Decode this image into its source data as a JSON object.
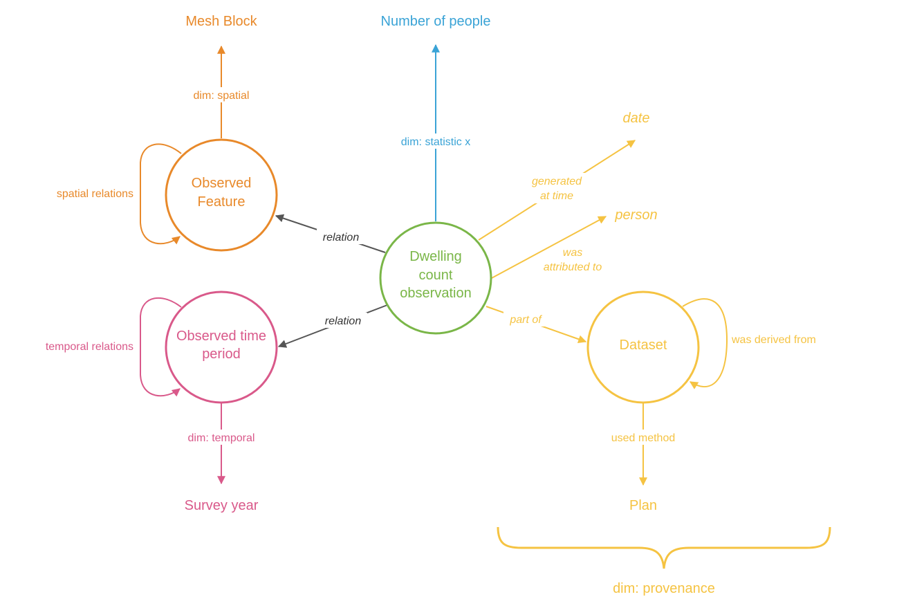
{
  "colors": {
    "orange": "#E8892A",
    "blue": "#3AA3D6",
    "green": "#7AB648",
    "pink": "#D9598A",
    "yellow": "#F5C342",
    "gray": "#555555"
  },
  "nodes": {
    "observation": {
      "line1": "Dwelling",
      "line2": "count",
      "line3": "observation"
    },
    "feature": {
      "line1": "Observed",
      "line2": "Feature"
    },
    "time_period": {
      "line1": "Observed time",
      "line2": "period"
    },
    "dataset": {
      "line1": "Dataset"
    }
  },
  "terms": {
    "mesh_block": "Mesh Block",
    "number_of_people": "Number of people",
    "date": "date",
    "person": "person",
    "survey_year": "Survey year",
    "plan": "Plan",
    "provenance": "dim: provenance"
  },
  "edges": {
    "dim_spatial": "dim: spatial",
    "spatial_relations": "spatial relations",
    "dim_statistic": "dim: statistic x",
    "relation_feature": "relation",
    "relation_time": "relation",
    "generated_at_time": {
      "line1": "generated",
      "line2": "at time"
    },
    "was_attributed_to": {
      "line1": "was",
      "line2": "attributed to"
    },
    "part_of": "part of",
    "was_derived_from": "was derived from",
    "temporal_relations": "temporal relations",
    "dim_temporal": "dim: temporal",
    "used_method": "used method"
  }
}
